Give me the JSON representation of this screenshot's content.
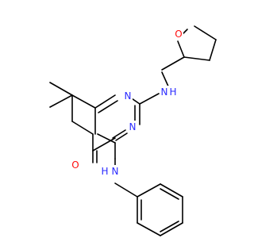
{
  "molecule": {
    "atoms": {
      "n1": "N",
      "n3": "N",
      "nh_top": "N",
      "h_top": "H",
      "nh_bottom": "N",
      "h_bottom": "H",
      "o_carbonyl": "O",
      "o_ring": "O"
    },
    "colors": {
      "nitrogen": "#2a2aff",
      "oxygen": "#ff0d0d",
      "bond": "#000000",
      "background": "#ffffff"
    }
  }
}
